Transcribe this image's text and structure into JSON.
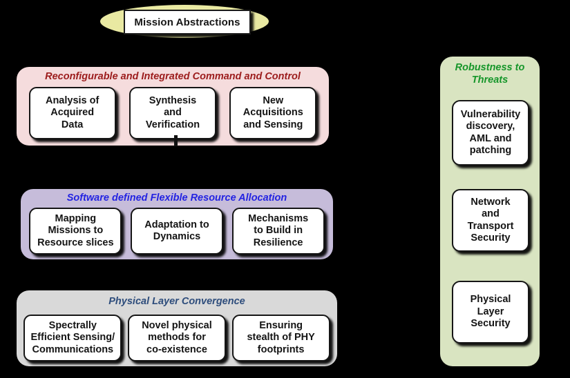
{
  "diagram": {
    "background_color": "#000000",
    "header": {
      "label": "Mission Abstractions",
      "ellipse_color": "#e9e9a2"
    },
    "panels": [
      {
        "id": "command-and-control",
        "title": "Reconfigurable and Integrated Command and Control",
        "title_color": "#9c1c1c",
        "panel_color": "#f5dcdd",
        "boxes": [
          "Analysis of\nAcquired\nData",
          "Synthesis\nand\nVerification",
          "New\nAcquisitions\nand Sensing"
        ]
      },
      {
        "id": "software-defined-resource-allocation",
        "title": "Software defined Flexible Resource Allocation",
        "title_color": "#2323e2",
        "panel_color": "#c6bcda",
        "boxes": [
          "Mapping\nMissions to\nResource slices",
          "Adaptation to\nDynamics",
          "Mechanisms\nto Build in\nResilience"
        ]
      },
      {
        "id": "physical-layer-convergence",
        "title": "Physical Layer Convergence",
        "title_color": "#2e4d7c",
        "panel_color": "#d9d9d9",
        "boxes": [
          "Spectrally\nEfficient Sensing/\nCommunications",
          "Novel physical\nmethods for\nco-existence",
          "Ensuring\nstealth of PHY\nfootprints"
        ]
      }
    ],
    "side_panel": {
      "id": "robustness-to-threats",
      "title": "Robustness to Threats",
      "title_color": "#16962a",
      "panel_color": "#d9e4c1",
      "boxes": [
        "Vulnerability\ndiscovery,\nAML and\npatching",
        "Network\nand\nTransport\nSecurity",
        "Physical\nLayer\nSecurity"
      ]
    }
  }
}
